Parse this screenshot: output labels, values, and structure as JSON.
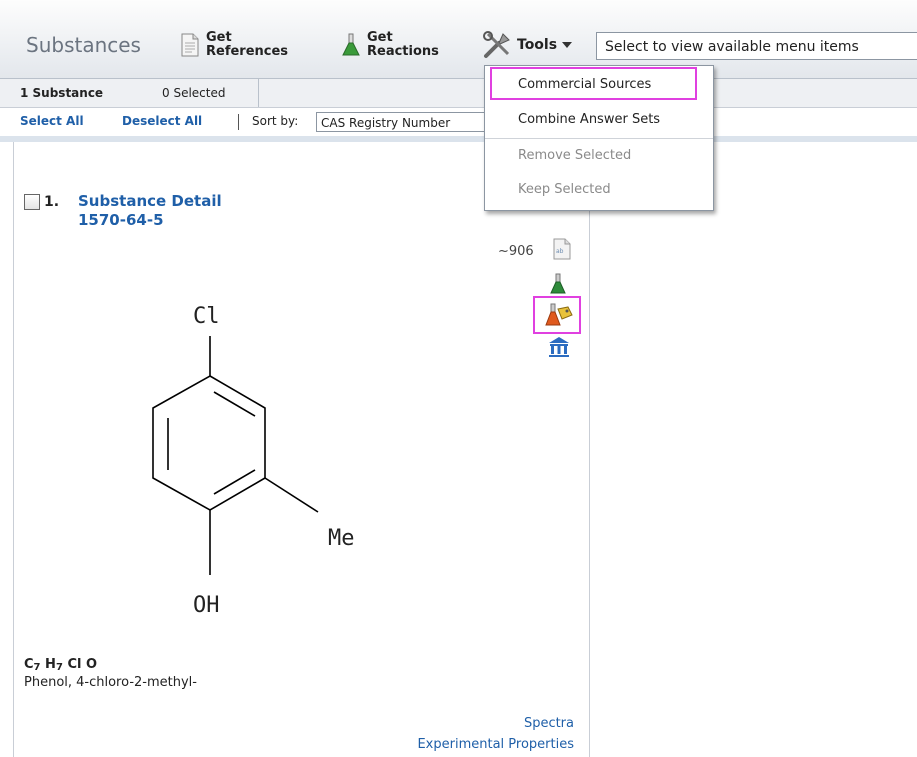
{
  "toolbar": {
    "title": "Substances",
    "get_references": "Get\nReferences",
    "get_reactions": "Get\nReactions",
    "tools": "Tools",
    "menu_select": "Select to view available menu items"
  },
  "status": {
    "count": "1 Substance",
    "selected": "0 Selected"
  },
  "selection": {
    "select_all": "Select All",
    "deselect_all": "Deselect All",
    "sort_label": "Sort by:",
    "sort_value": "CAS Registry Number"
  },
  "tools_menu": {
    "items": [
      "Commercial Sources",
      "Combine Answer Sets",
      "Remove Selected",
      "Keep Selected"
    ]
  },
  "result": {
    "index": "1.",
    "title": "Substance Detail",
    "cas": "1570-64-5",
    "ref_count": "~906",
    "structure_labels": {
      "cl": "Cl",
      "me": "Me",
      "oh": "OH"
    },
    "formula": {
      "c": "C",
      "c_n": "7",
      "h": "H",
      "h_n": "7",
      "cl": "Cl",
      "o": "O"
    },
    "name": "Phenol, 4-chloro-2-methyl-",
    "spectra": "Spectra",
    "experimental": "Experimental Properties"
  },
  "colors": {
    "link": "#1f5fa8",
    "highlight": "#e040e0"
  }
}
